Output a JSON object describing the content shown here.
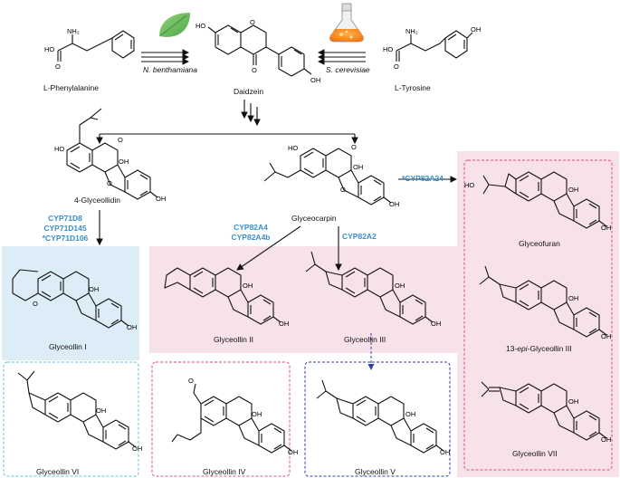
{
  "compounds": {
    "phenylalanine": "L-Phenylalanine",
    "daidzein": "Daidzein",
    "tyrosine": "L-Tyrosine",
    "glyceollidin": "4-Glyceollidin",
    "glyceocarpin": "Glyceocarpin",
    "glyceollin1": "Glyceollin I",
    "glyceollin2": "Glyceollin II",
    "glyceollin3": "Glyceollin III",
    "glyceofuran": "Glyceofuran",
    "epi_prefix": "13-",
    "epi_italic": "epi",
    "epi_suffix": "-Glyceollin III",
    "glyceollin7": "Glyceollin VII",
    "glyceollin6": "Glyceollin VI",
    "glyceollin4": "Glyceollin IV",
    "glyceollin5": "Glyceollin V"
  },
  "hosts": {
    "plant": "N. benthamiana",
    "yeast": "S. cerevisiae"
  },
  "enzymes": {
    "cyp71d8": "CYP71D8",
    "cyp71d145": "CYP71D145",
    "cyp71d106": "*CYP71D106",
    "cyp82a4": "CYP82A4",
    "cyp82a4b": "CYP82A4b",
    "cyp82a2": "CYP82A2",
    "cyp82a24": "*CYP82A24"
  },
  "colors": {
    "enzyme_text": "#3a8fc8",
    "box_blue": "#dcedf8",
    "box_pink": "#f8e2ea",
    "dash_blue": "#5fc2dc",
    "dash_red": "#d9536b",
    "dash_navy": "#2f3f9e"
  },
  "icons": [
    "leaf-icon",
    "flask-icon"
  ]
}
